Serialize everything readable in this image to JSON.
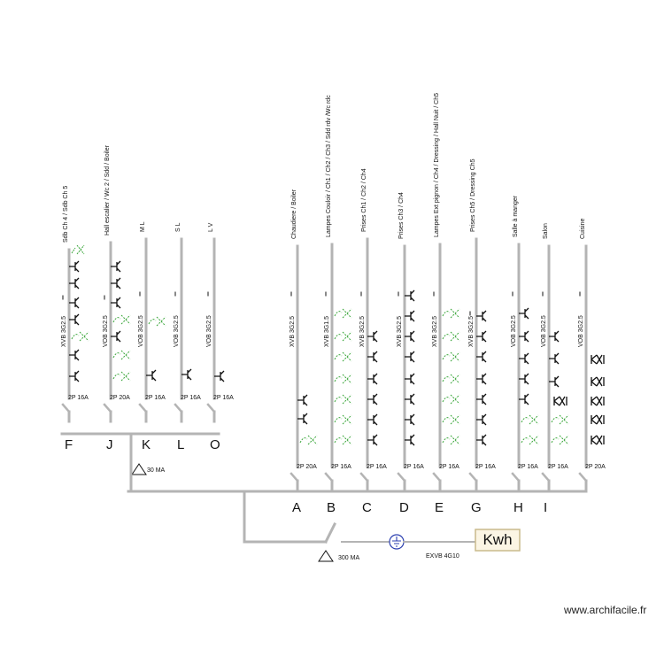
{
  "groups": [
    {
      "letter": "F",
      "label": "Sdb Ch 4 / Sdb Ch 5",
      "cable": "XVB 3G2.5",
      "breaker": "2P 16A"
    },
    {
      "letter": "J",
      "label": "Hall escalier / Wc 2 / Sdd / Boiler",
      "cable": "VOB 3G2.5",
      "breaker": "2P 20A"
    },
    {
      "letter": "K",
      "label": "M L",
      "cable": "VOB 3G2.5",
      "breaker": "2P 16A"
    },
    {
      "letter": "L",
      "label": "S L",
      "cable": "VOB 3G2.5",
      "breaker": "2P 16A"
    },
    {
      "letter": "O",
      "label": "L V",
      "cable": "VOB 3G2.5",
      "breaker": "2P 16A"
    },
    {
      "letter": "A",
      "label": "Chaudiere / Boiler",
      "cable": "XVB 3G2.5",
      "breaker": "2P 20A"
    },
    {
      "letter": "B",
      "label": "Lampes Couloir / Ch1 / Ch2 / Ch3 / Sdd rdv /Wc rdc",
      "cable": "XVB 3G1.5",
      "breaker": "2P 16A"
    },
    {
      "letter": "C",
      "label": "Prises Ch1 / Ch2 / Ch4",
      "cable": "XVB 3G2.5",
      "breaker": "2P 16A"
    },
    {
      "letter": "D",
      "label": "Prises Ch3 / Ch4",
      "cable": "XVB 3G2.5",
      "breaker": "2P 16A"
    },
    {
      "letter": "E",
      "label": "Lampes Ext pignon / Ch4 / Dressing / Hall Nuit / Ch5",
      "cable": "XVB 3G2.5",
      "breaker": "2P 16A"
    },
    {
      "letter": "G",
      "label": "Prises Ch5 / Dressing Ch5",
      "cable": "XVB 3G2.5",
      "breaker": "2P 16A"
    },
    {
      "letter": "H",
      "label": "Salle à manger",
      "cable": "VOB 3G2.5",
      "breaker": "2P 16A"
    },
    {
      "letter": "I",
      "label": "Salon",
      "cable": "VOB 3G2.5",
      "breaker": "2P 16A"
    },
    {
      "letter": "",
      "label": "Cuisine",
      "cable": "VOB 3G2.5",
      "breaker": "2P 20A"
    }
  ],
  "differential_30": "30 MA",
  "differential_300": "300 MA",
  "main_cable": "EXVB 4G10",
  "meter_label": "Kwh",
  "watermark": "www.archifacile.fr",
  "colors": {
    "wire": "#b4b4b4",
    "symbol": "#111111",
    "switch_green": "#3aa63a",
    "earth": "#2b3fb0",
    "meter_fill": "#fbf5e4",
    "meter_border": "#c9ba8c"
  }
}
